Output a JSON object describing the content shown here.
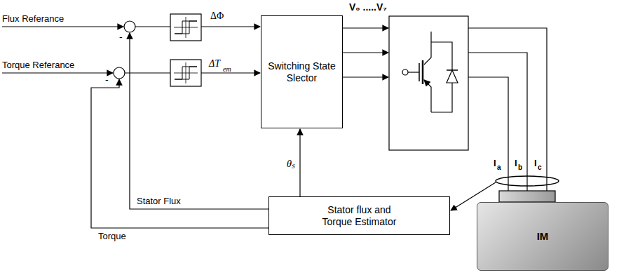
{
  "diagram": {
    "nodes": [
      {
        "text": [
          "Switching State Slector"
        ]
      },
      {
        "text": [
          "Stator flux and Torque Estimator"
        ]
      },
      {
        "text": [
          "IM"
        ]
      }
    ],
    "edges": [
      {
        "from": 1,
        "to": 0,
        "arrow": "to",
        "label": "θₛ"
      }
    ],
    "labels": [
      "Flux Referance",
      "Torque Referance",
      "-",
      "-",
      "ΔΦ",
      "ΔT",
      "em",
      "V₀ .....V₇",
      "Stator Flux",
      "Torque",
      "I",
      "a",
      "I",
      "b",
      "I",
      "c"
    ]
  }
}
